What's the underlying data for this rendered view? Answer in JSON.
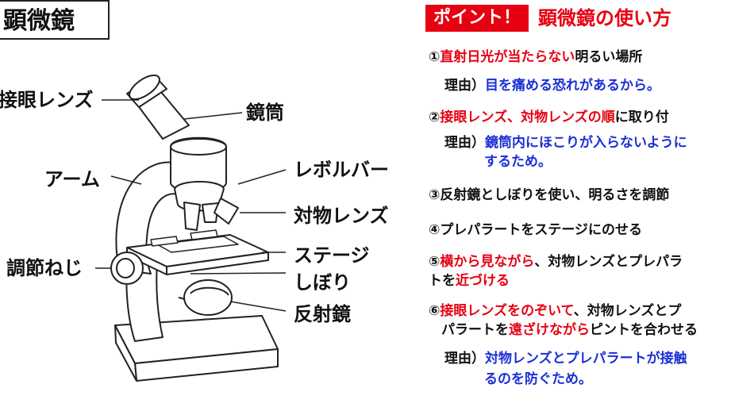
{
  "title": "顕微鏡",
  "labels": {
    "eyepiece": "接眼レンズ",
    "tube": "鏡筒",
    "arm": "アーム",
    "revolver": "レボルバー",
    "objective": "対物レンズ",
    "adjust": "調節ねじ",
    "stage": "ステージ",
    "diaphragm": "しぼり",
    "mirror": "反射鏡"
  },
  "point": {
    "badge": "ポイント！",
    "title": "顕微鏡の使い方",
    "s1": {
      "num": "①",
      "red": "直射日光が当たらない",
      "black": "明るい場所"
    },
    "r1": {
      "label": "理由）",
      "text": "目を痛める恐れがあるから。"
    },
    "s2": {
      "num": "②",
      "red": "接眼レンズ、対物レンズの順",
      "black": "に取り付"
    },
    "r2": {
      "label": "理由）",
      "text1": "鏡筒内にほこりが入らないように",
      "text2": "するため。"
    },
    "s3": {
      "text": "③反射鏡としぼりを使い、明るさを調節"
    },
    "s4": {
      "text": "④プレパラートをステージにのせる"
    },
    "s5": {
      "num": "⑤",
      "red1": "横から見ながら",
      "black1": "、対物レンズとプレパラ",
      "black2": "トを",
      "red2": "近づける"
    },
    "s6": {
      "num": "⑥",
      "red1": "接眼レンズをのぞいて",
      "black1": "、対物レンズとプ",
      "black2": "パラートを",
      "red2": "遠ざけながら",
      "black3": "ピントを合わせる"
    },
    "r3": {
      "label": "理由）",
      "text1": "対物レンズとプレパラートが接触",
      "text2": "るのを防ぐため。"
    }
  },
  "colors": {
    "accent_red": "#e60012",
    "reason_blue": "#1b2fd6"
  }
}
